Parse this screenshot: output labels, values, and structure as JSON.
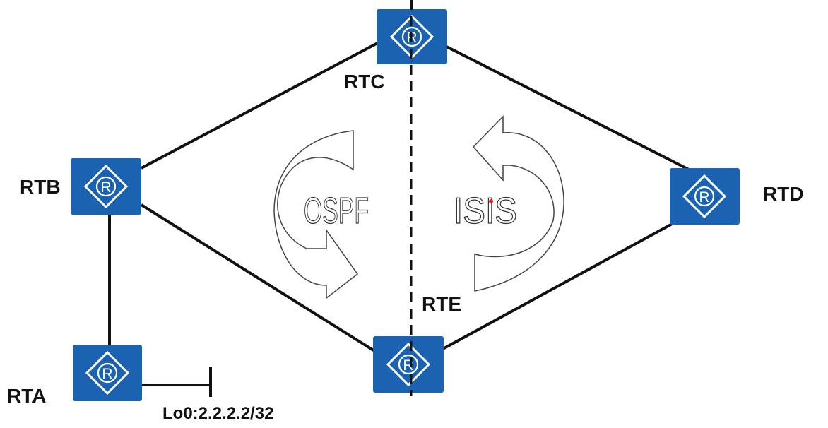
{
  "routers": {
    "rta": {
      "label": "RTA",
      "icon": "router-icon"
    },
    "rtb": {
      "label": "RTB",
      "icon": "router-icon"
    },
    "rtc": {
      "label": "RTC",
      "icon": "router-icon"
    },
    "rtd": {
      "label": "RTD",
      "icon": "router-icon"
    },
    "rte": {
      "label": "RTE",
      "icon": "router-icon"
    }
  },
  "router_icon_letter": "R",
  "loopback": {
    "label": "Lo0:2.2.2.2/32"
  },
  "protocols": {
    "left": "OSPF",
    "right": "ISIS"
  },
  "links": [
    [
      "RTA",
      "RTB"
    ],
    [
      "RTB",
      "RTC"
    ],
    [
      "RTB",
      "RTE"
    ],
    [
      "RTC",
      "RTD"
    ],
    [
      "RTE",
      "RTD"
    ]
  ],
  "colors": {
    "router_fill": "#1b63b0",
    "line": "#111111",
    "background": "#ffffff"
  }
}
